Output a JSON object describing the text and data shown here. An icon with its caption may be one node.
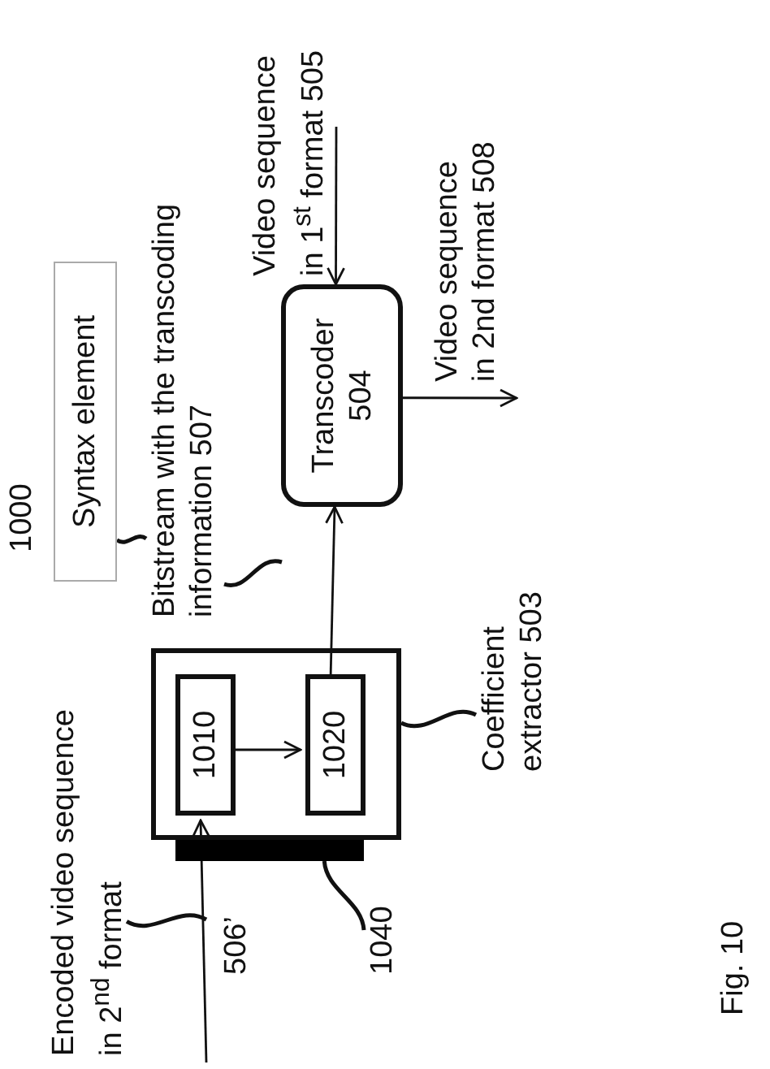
{
  "diagram": {
    "caption": "Fig. 10",
    "nodes": [
      {
        "text": [
          "Syntax element"
        ]
      },
      {
        "text": [
          "Bitstream with the transcoding information 507"
        ]
      },
      {
        "text": [
          "Transcoder 504"
        ]
      },
      {
        "text": [],
        "shape": "box"
      },
      {
        "text": [
          "1010"
        ],
        "in": 3
      },
      {
        "text": [
          "1020"
        ],
        "in": 3
      },
      {
        "text": [],
        "shape": "bar"
      },
      {
        "text": [
          "1040"
        ]
      },
      {
        "text": [
          "Coefficient extractor 503"
        ]
      },
      {
        "text": [
          "Encoded video sequence in 2$^{nd}$ format"
        ]
      }
    ],
    "edges": [
      {
        "from": 9,
        "to": null,
        "arrow": "none"
      },
      {
        "from": null,
        "to": 4,
        "arrow": "to",
        "label": "506’"
      },
      {
        "from": 7,
        "to": 6,
        "arrow": "none"
      },
      {
        "from": 8,
        "to": 3,
        "arrow": "none"
      },
      {
        "from": 4,
        "to": 5,
        "arrow": "to"
      },
      {
        "from": 5,
        "to": 2,
        "arrow": "to"
      },
      {
        "from": 1,
        "to": null,
        "arrow": "none"
      },
      {
        "from": 0,
        "to": 1,
        "arrow": "none"
      },
      {
        "from": null,
        "to": 2,
        "arrow": "to",
        "label": "Video sequence in 1$^{st}$ format 505"
      },
      {
        "from": 2,
        "to": null,
        "arrow": "to",
        "label": "Video sequence in 2nd format 508"
      }
    ],
    "labels": [
      "1000"
    ]
  }
}
